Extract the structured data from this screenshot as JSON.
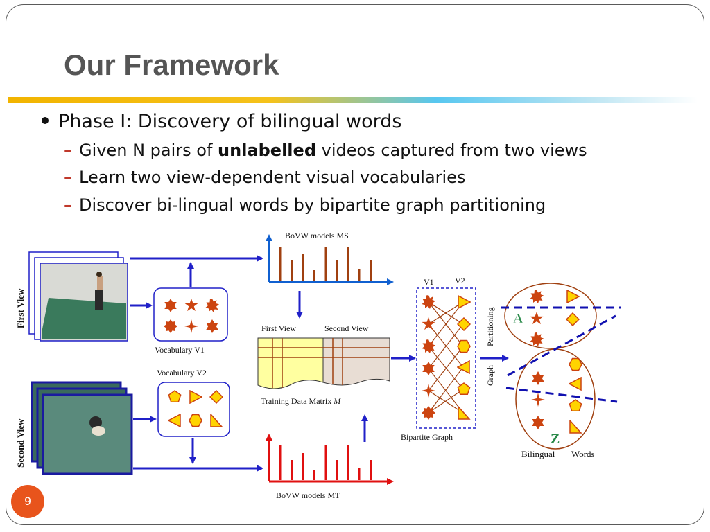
{
  "slide": {
    "title": "Our Framework",
    "page_number": "9"
  },
  "bullets": {
    "phase": "Phase I: Discovery of bilingual words",
    "items": [
      {
        "pre": "Given N pairs of ",
        "bold": "unlabelled",
        "post": " videos captured from two views"
      },
      {
        "pre": "Learn two view-dependent visual vocabularies",
        "bold": "",
        "post": ""
      },
      {
        "pre": "Discover bi-lingual words by bipartite graph partitioning",
        "bold": "",
        "post": ""
      }
    ]
  },
  "diagram": {
    "first_view_label": "First  View",
    "second_view_label": "Second View",
    "vocab_v1": "Vocabulary V1",
    "vocab_v2": "Vocabulary V2",
    "bovw_ms": "BoVW models MS",
    "bovw_mt": "BoVW models MT",
    "matrix_first_view": "First View",
    "matrix_second_view": "Second View",
    "matrix_caption": "Training Data Matrix ",
    "matrix_symbol": "M",
    "v1": "V1",
    "v2": "V2",
    "bipartite": "Bipartite Graph",
    "graph_label": "Graph",
    "partitioning_label": "Partitioning",
    "bilingual": "Bilingual",
    "words": "Words",
    "cluster_a": "A",
    "cluster_z": "Z",
    "colors": {
      "arrow_blue": "#2020c8",
      "bar_brown": "#a04010",
      "bar_red": "#e01010",
      "axis_blue": "#1060d0",
      "shape_fill": "#cc4410",
      "yellow_fill": "#ffd400"
    }
  }
}
